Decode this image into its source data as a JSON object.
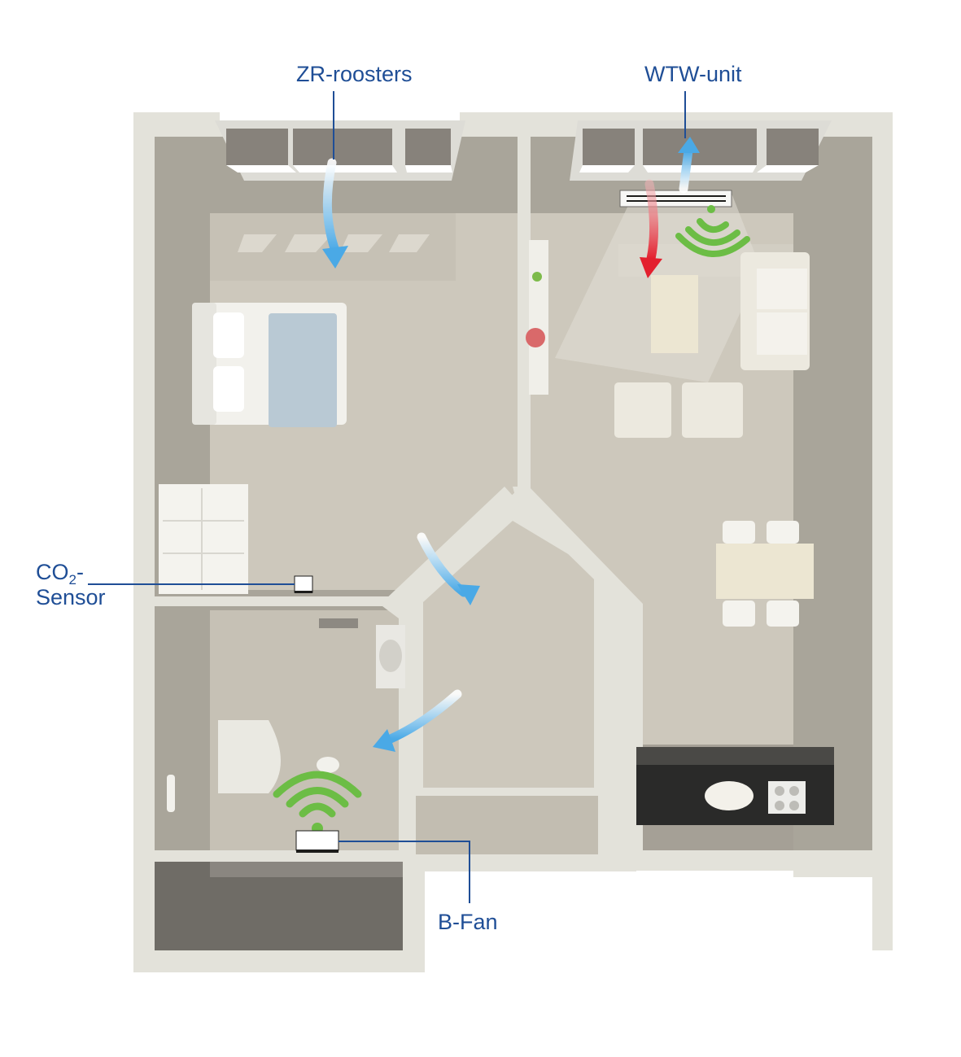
{
  "labels": {
    "zr_roosters": "ZR-roosters",
    "wtw_unit": "WTW-unit",
    "co2_main": "CO",
    "co2_sub": "2",
    "co2_suffix": "-",
    "co2_line2": "Sensor",
    "b_fan": "B-Fan"
  },
  "colors": {
    "label_text": "#1f4e96",
    "leader_line": "#1f4e96",
    "fresh_air_arrow": "#5fb6ea",
    "exhaust_air_arrow": "#e3202e",
    "wireless_signal": "#6cbd45",
    "wall": "#e3e2da",
    "floor": "#cdc8bc",
    "room_shadow": "#a9a59a"
  },
  "icons": {
    "fresh_air": "airflow-arrow-icon",
    "exhaust_air": "exhaust-arrow-icon",
    "wireless": "wifi-signal-icon"
  }
}
